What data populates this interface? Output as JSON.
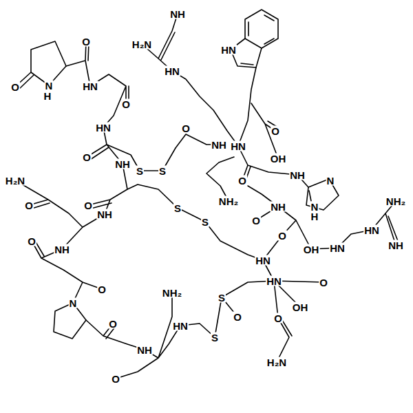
{
  "diagram": {
    "labels": [
      "O",
      "O",
      "N",
      "H",
      "HN",
      "O",
      "HN",
      "O",
      "NH",
      "S",
      "S",
      "NH",
      "H₂N",
      "HN",
      "HN",
      "O",
      "NH",
      "HN",
      "O",
      "OH",
      "NH",
      "O",
      "N",
      "N",
      "H",
      "NH₂",
      "NH",
      "O",
      "H₂N",
      "O",
      "O",
      "NH",
      "S",
      "S",
      "NH₂",
      "HN",
      "NH",
      "O",
      "OH",
      "HN",
      "HN",
      "HN",
      "O",
      "OH",
      "O",
      "NH",
      "O",
      "N",
      "NH₂",
      "S",
      "O",
      "S",
      "HN",
      "O",
      "H₂N",
      "O",
      "NH",
      "O"
    ]
  }
}
